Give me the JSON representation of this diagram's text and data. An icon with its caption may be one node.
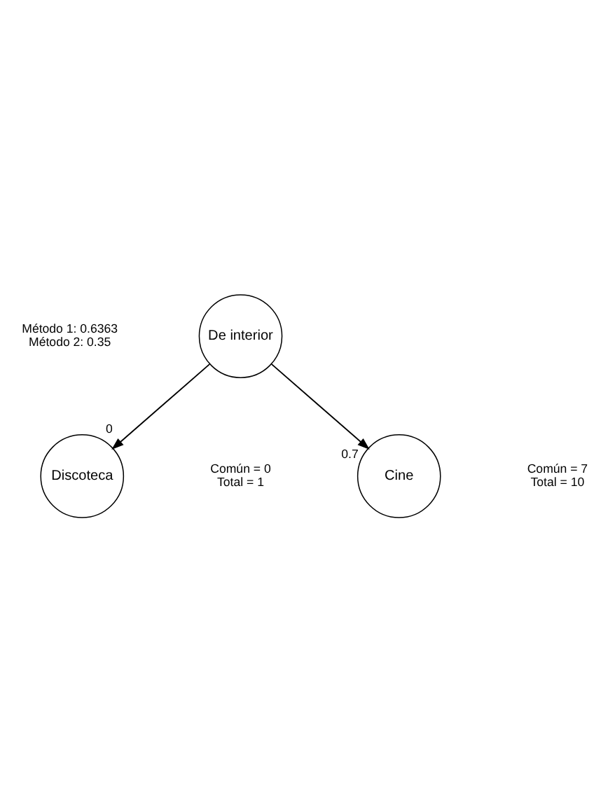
{
  "diagram": {
    "nodes": [
      {
        "text": [
          "De interior"
        ],
        "beside": [
          "Método 1: 0.6363",
          "Método 2: 0.35"
        ]
      },
      {
        "text": [
          "Discoteca"
        ],
        "beside": [
          "Común = 0",
          "Total = 1"
        ]
      },
      {
        "text": [
          "Cine"
        ],
        "beside": [
          "Común = 7",
          "Total = 10"
        ]
      }
    ],
    "edges": [
      {
        "from": 0,
        "to": 1,
        "arrow": "to",
        "label": "0"
      },
      {
        "from": 0,
        "to": 2,
        "arrow": "to",
        "label": "0.7"
      }
    ]
  }
}
